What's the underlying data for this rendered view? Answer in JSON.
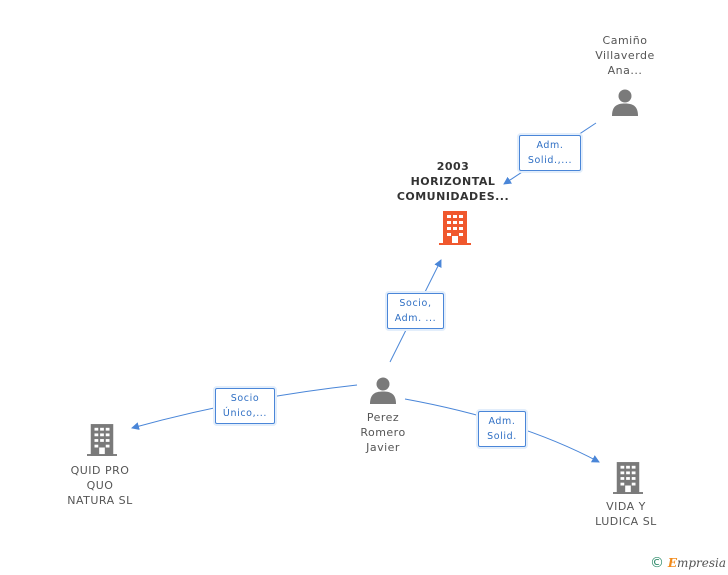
{
  "nodes": {
    "camino": {
      "lines": [
        "Camiño",
        "Villaverde",
        "Ana..."
      ],
      "type": "person"
    },
    "horizontal": {
      "lines": [
        "2003",
        "HORIZONTAL",
        "COMUNIDADES..."
      ],
      "type": "company-main"
    },
    "perez": {
      "lines": [
        "Perez",
        "Romero",
        "Javier"
      ],
      "type": "person"
    },
    "quidpro": {
      "lines": [
        "QUID PRO",
        "QUO",
        "NATURA SL"
      ],
      "type": "company"
    },
    "vida": {
      "lines": [
        "VIDA Y",
        "LUDICA SL"
      ],
      "type": "company"
    }
  },
  "relations": {
    "camino_horizontal": {
      "lines": [
        "Adm.",
        "Solid.,..."
      ]
    },
    "perez_horizontal": {
      "lines": [
        "Socio,",
        "Adm. ..."
      ]
    },
    "perez_quidpro": {
      "lines": [
        "Socio",
        "Único,..."
      ]
    },
    "perez_vida": {
      "lines": [
        "Adm.",
        "Solid."
      ]
    }
  },
  "colors": {
    "edge": "#4a86d8",
    "person_icon": "#7a7a7a",
    "company_icon": "#7a7a7a",
    "main_company_icon": "#f0582e"
  },
  "footer": {
    "copyright": "©",
    "brand_initial": "E",
    "brand_rest": "mpresia"
  }
}
